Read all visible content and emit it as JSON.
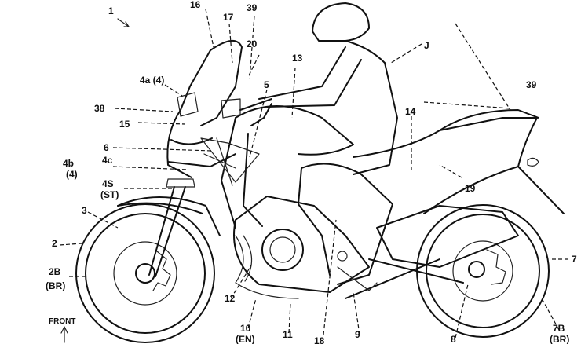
{
  "labels": {
    "fig": "1",
    "l16": "16",
    "l17": "17",
    "l39a": "39",
    "l20": "20",
    "l13": "13",
    "lJ": "J",
    "l4a": "4a (4)",
    "l5": "5",
    "l38": "38",
    "l39b": "39",
    "l15": "15",
    "l6": "6",
    "l14": "14",
    "l4b": "4b",
    "l4b2": "(4)",
    "l4c": "4c",
    "l19": "19",
    "l4s": "4S",
    "l4s2": "(ST)",
    "l3": "3",
    "l2": "2",
    "l7": "7",
    "l2b": "2B",
    "l2b2": "(BR)",
    "l12": "12",
    "l10": "10",
    "l10b": "(EN)",
    "l11": "11",
    "l9": "9",
    "l18": "18",
    "l8": "8",
    "l7b": "7B",
    "l7b2": "(BR)",
    "front": "FRONT"
  }
}
